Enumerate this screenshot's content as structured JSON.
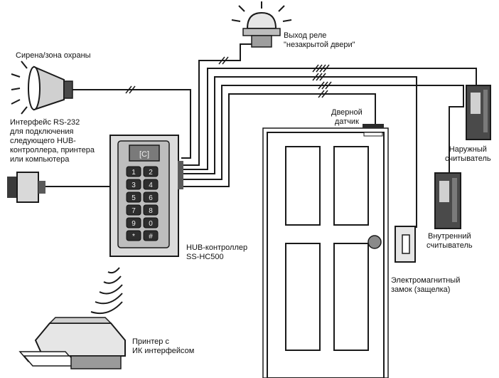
{
  "labels": {
    "siren": "Сирена/зона охраны",
    "relay": [
      "Выход реле",
      "\"незакрытой двери\""
    ],
    "rs232": [
      "Интерфейс RS-232",
      "для подключения",
      "следующего HUB-",
      "контроллера, принтера",
      "или компьютера"
    ],
    "door_sensor": [
      "Дверной",
      "датчик"
    ],
    "outer_reader": [
      "Наружный",
      "считыватель"
    ],
    "inner_reader": [
      "Внутренний",
      "считыватель"
    ],
    "hub": [
      "HUB-контроллер",
      "SS-HC500"
    ],
    "lock": [
      "Электромагнитный",
      "замок (защелка)"
    ],
    "printer": [
      "Принтер с",
      "ИК интерфейсом"
    ]
  },
  "keypad": {
    "display": "[C]",
    "keys": [
      "1",
      "2",
      "3",
      "4",
      "5",
      "6",
      "7",
      "8",
      "9",
      "0",
      "*",
      "#"
    ]
  },
  "colors": {
    "line": "#1a1a1a",
    "device": "#d9d9d9",
    "dark": "#3a3a3a"
  }
}
